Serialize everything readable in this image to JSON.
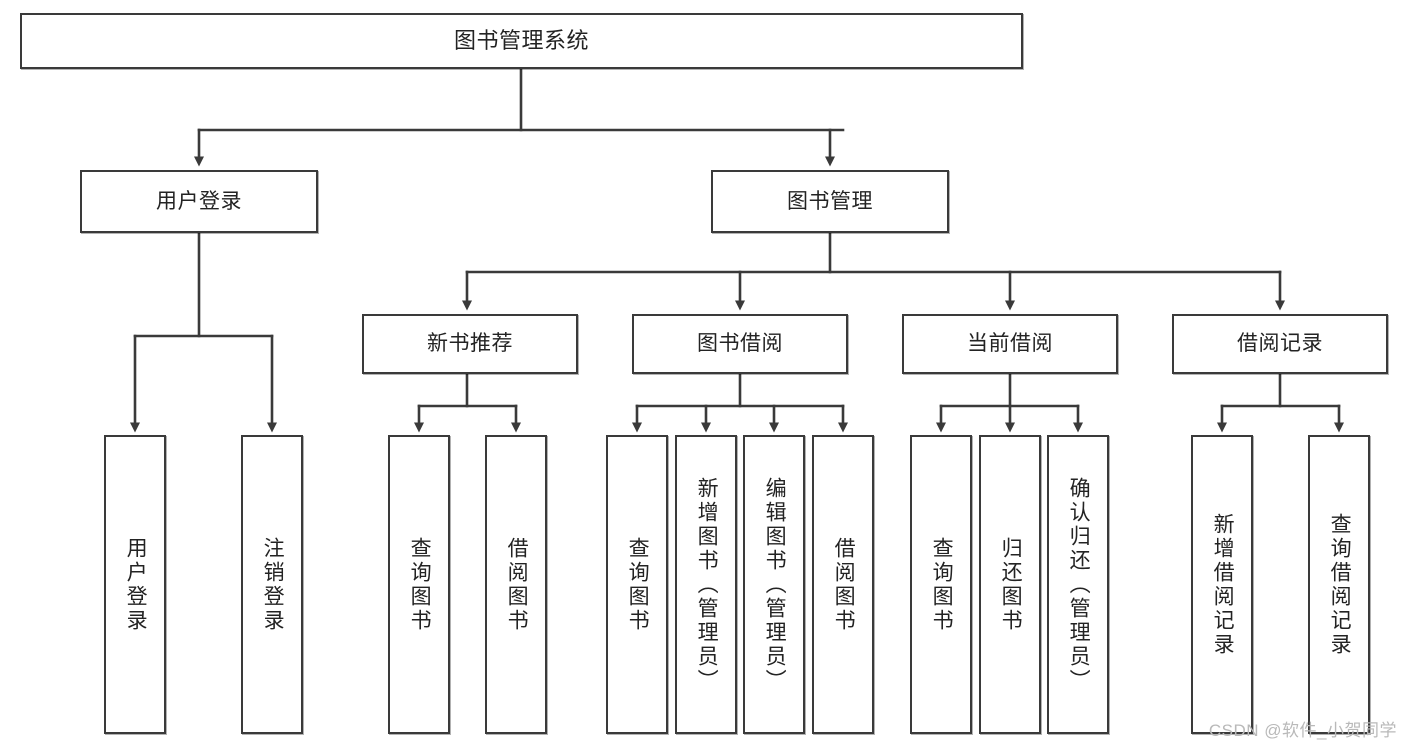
{
  "diagram": {
    "type": "tree-hierarchy-chart",
    "title": "图书管理系统",
    "colors": {
      "stroke": "#3a3a3a",
      "fill": "#ffffff",
      "text": "#232323",
      "watermark": "#b9b9b9"
    },
    "root": {
      "id": "root",
      "label": "图书管理系统",
      "orientation": "horizontal"
    },
    "level2": [
      {
        "id": "user-login",
        "label": "用户登录",
        "orientation": "horizontal"
      },
      {
        "id": "book-management",
        "label": "图书管理",
        "orientation": "horizontal"
      }
    ],
    "level3": [
      {
        "id": "new-book-recommend",
        "label": "新书推荐",
        "orientation": "horizontal",
        "parent": "book-management"
      },
      {
        "id": "book-borrow",
        "label": "图书借阅",
        "orientation": "horizontal",
        "parent": "book-management"
      },
      {
        "id": "current-borrow",
        "label": "当前借阅",
        "orientation": "horizontal",
        "parent": "book-management"
      },
      {
        "id": "borrow-records",
        "label": "借阅记录",
        "orientation": "horizontal",
        "parent": "book-management"
      }
    ],
    "leaves": [
      {
        "id": "leaf-user-login",
        "label": "用户登录",
        "orientation": "vertical",
        "parent": "user-login"
      },
      {
        "id": "leaf-logout-login",
        "label": "注销登录",
        "orientation": "vertical",
        "parent": "user-login"
      },
      {
        "id": "leaf-query-book-1",
        "label": "查询图书",
        "orientation": "vertical",
        "parent": "new-book-recommend"
      },
      {
        "id": "leaf-borrow-book-1",
        "label": "借阅图书",
        "orientation": "vertical",
        "parent": "new-book-recommend"
      },
      {
        "id": "leaf-query-book-2",
        "label": "查询图书",
        "orientation": "vertical",
        "parent": "book-borrow"
      },
      {
        "id": "leaf-add-book",
        "label": "新增图书（管理员）",
        "orientation": "vertical",
        "parent": "book-borrow"
      },
      {
        "id": "leaf-edit-book",
        "label": "编辑图书（管理员）",
        "orientation": "vertical",
        "parent": "book-borrow"
      },
      {
        "id": "leaf-borrow-book-2",
        "label": "借阅图书",
        "orientation": "vertical",
        "parent": "book-borrow"
      },
      {
        "id": "leaf-query-book-3",
        "label": "查询图书",
        "orientation": "vertical",
        "parent": "current-borrow"
      },
      {
        "id": "leaf-return-book",
        "label": "归还图书",
        "orientation": "vertical",
        "parent": "current-borrow"
      },
      {
        "id": "leaf-confirm-return",
        "label": "确认归还（管理员）",
        "orientation": "vertical",
        "parent": "current-borrow"
      },
      {
        "id": "leaf-add-record",
        "label": "新增借阅记录",
        "orientation": "vertical",
        "parent": "borrow-records"
      },
      {
        "id": "leaf-query-record",
        "label": "查询借阅记录",
        "orientation": "vertical",
        "parent": "borrow-records"
      }
    ]
  },
  "watermark": {
    "text": "CSDN @软件_小贺同学"
  }
}
